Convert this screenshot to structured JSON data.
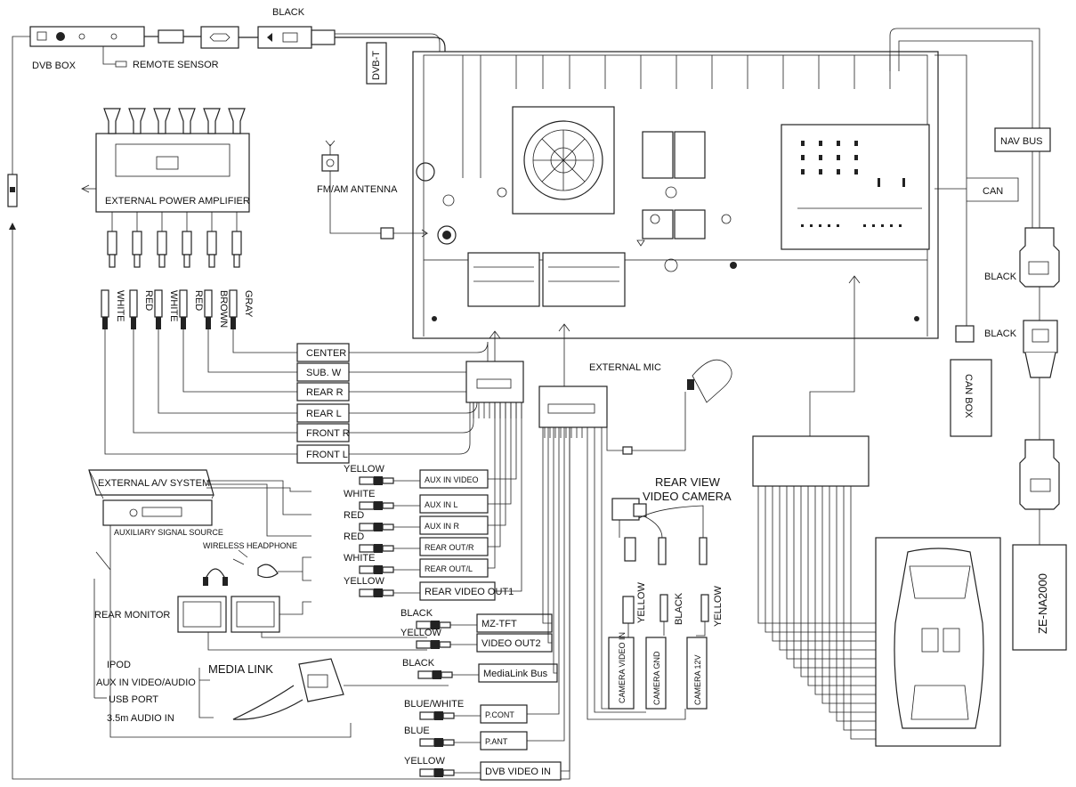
{
  "labels": {
    "dvb_box": "DVB BOX",
    "remote_sensor": "REMOTE SENSOR",
    "black_top": "BLACK",
    "dvb_t": "DVB-T",
    "fm_am_antenna": "FM/AM ANTENNA",
    "ext_power_amp": "EXTERNAL POWER AMPLIFIER",
    "nav_bus": "NAV BUS",
    "can": "CAN",
    "can_box": "CAN BOX",
    "ze_na2000": "ZE-NA2000",
    "black_r1": "BLACK",
    "black_r2": "BLACK",
    "external_mic": "EXTERNAL MIC",
    "rear_view_camera_1": "REAR VIEW",
    "rear_view_camera_2": "VIDEO CAMERA",
    "ext_av_system": "EXTERNAL A/V SYSTEM",
    "aux_signal_source": "AUXILIARY SIGNAL SOURCE",
    "wireless_headphone": "WIRELESS HEADPHONE",
    "rear_monitor": "REAR MONITOR",
    "ipod": "IPOD",
    "aux_in_video_audio": "AUX IN VIDEO/AUDIO",
    "usb_port": "USB PORT",
    "audio_in": "3.5m  AUDIO IN",
    "media_link": "MEDIA LINK",
    "camera_video_in": "CAMERA VIDEO IN",
    "camera_gnd": "CAMERA GND",
    "camera_12v": "CAMERA 12V",
    "cam_yellow_1": "YELLOW",
    "cam_black": "BLACK",
    "cam_yellow_2": "YELLOW"
  },
  "rca_colors": [
    "WHITE",
    "RED",
    "WHITE",
    "RED",
    "BROWN",
    "GRAY"
  ],
  "amp_outputs": [
    "CENTER",
    "SUB. W",
    "REAR R",
    "REAR L",
    "FRONT R",
    "FRONT L"
  ],
  "av_ports": [
    {
      "color": "YELLOW",
      "label": "AUX IN VIDEO"
    },
    {
      "color": "WHITE",
      "label": "AUX IN L"
    },
    {
      "color": "RED",
      "label": "AUX IN R"
    },
    {
      "color": "RED",
      "label": "REAR OUT/R"
    },
    {
      "color": "WHITE",
      "label": "REAR OUT/L"
    },
    {
      "color": "YELLOW",
      "label": "REAR VIDEO OUT1"
    },
    {
      "color": "BLACK",
      "label": "MZ-TFT"
    },
    {
      "color": "YELLOW",
      "label": "VIDEO OUT2"
    },
    {
      "color": "BLACK",
      "label": "MediaLink Bus"
    },
    {
      "color": "BLUE/WHITE",
      "label": "P.CONT"
    },
    {
      "color": "BLUE",
      "label": "P.ANT"
    },
    {
      "color": "YELLOW",
      "label": "DVB VIDEO IN"
    }
  ]
}
